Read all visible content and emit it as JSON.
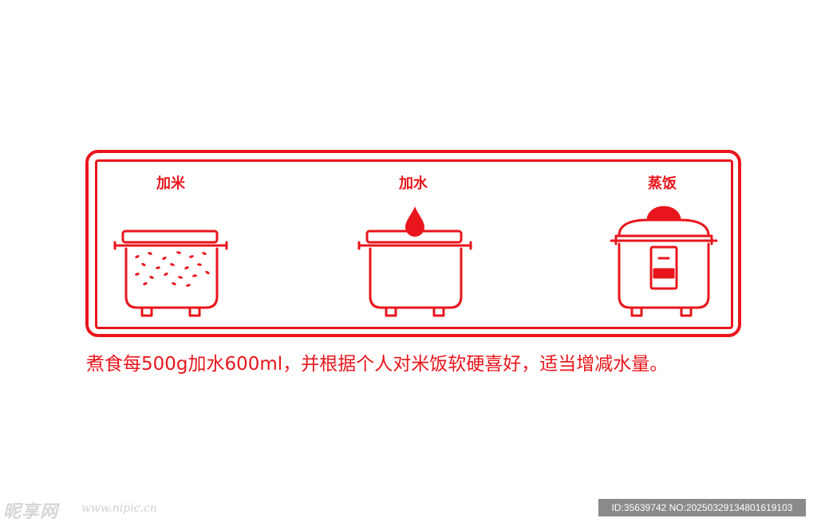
{
  "theme": {
    "accent": "#e8161c",
    "watermark": "#d0d0d0",
    "id_bar_bg": "#8a8a8a"
  },
  "steps": [
    {
      "label": "加米",
      "icon": "rice-pot-icon"
    },
    {
      "label": "加水",
      "icon": "water-pot-icon"
    },
    {
      "label": "蒸饭",
      "icon": "rice-cooker-icon"
    }
  ],
  "instruction": "煮食每500g加水600ml，并根据个人对米饭软硬喜好，适当增减水量。",
  "watermark": {
    "logo": "昵享网",
    "url": "www.nipic.cn"
  },
  "image_id": "ID:35639742 NO:20250329134801619103"
}
